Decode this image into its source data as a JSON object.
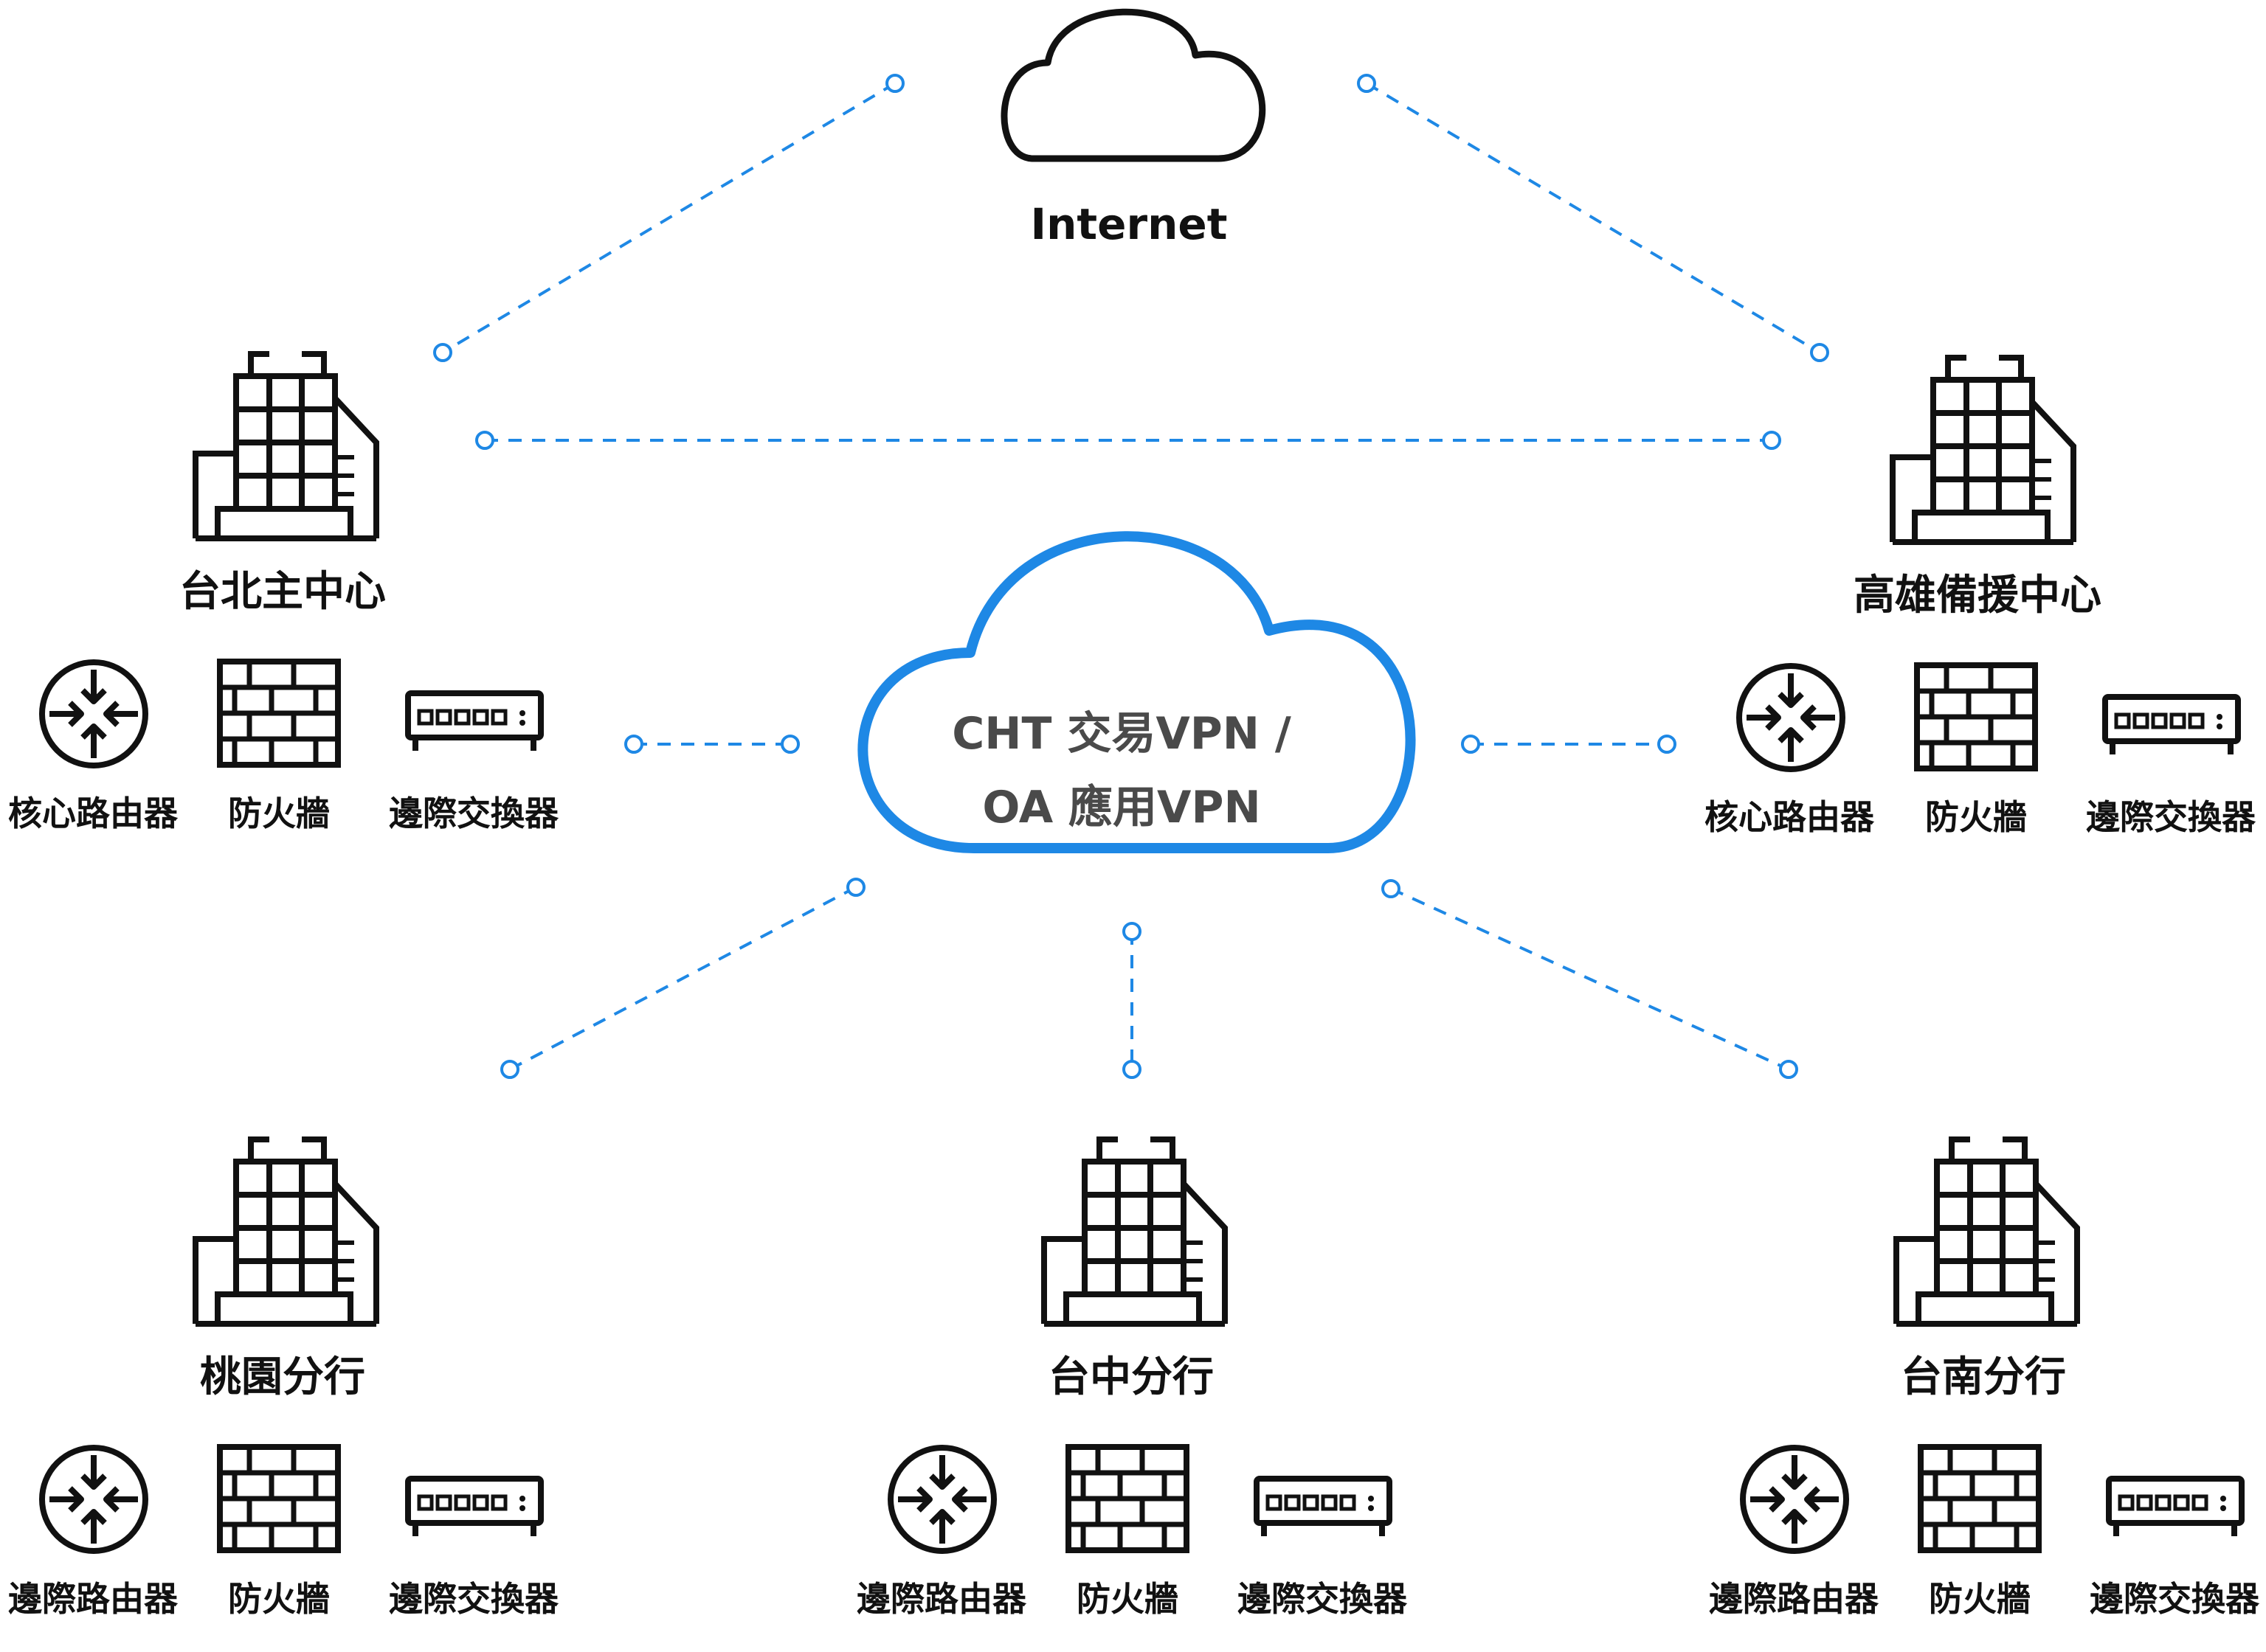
{
  "internet": {
    "label": "Internet"
  },
  "vpn_cloud": {
    "line1": "CHT 交易VPN /",
    "line2": "OA 應用VPN"
  },
  "sites": {
    "taipei": {
      "name": "台北主中心",
      "devices": {
        "router": "核心路由器",
        "firewall": "防火牆",
        "switch": "邊際交換器"
      }
    },
    "kaohsiung": {
      "name": "高雄備援中心",
      "devices": {
        "router": "核心路由器",
        "firewall": "防火牆",
        "switch": "邊際交換器"
      }
    },
    "taoyuan": {
      "name": "桃園分行",
      "devices": {
        "router": "邊際路由器",
        "firewall": "防火牆",
        "switch": "邊際交換器"
      }
    },
    "taichung": {
      "name": "台中分行",
      "devices": {
        "router": "邊際路由器",
        "firewall": "防火牆",
        "switch": "邊際交換器"
      }
    },
    "tainan": {
      "name": "台南分行",
      "devices": {
        "router": "邊際路由器",
        "firewall": "防火牆",
        "switch": "邊際交換器"
      }
    }
  },
  "colors": {
    "accent": "#1e88e5",
    "stroke": "#111111",
    "cloud_text": "#4a4a4a"
  }
}
